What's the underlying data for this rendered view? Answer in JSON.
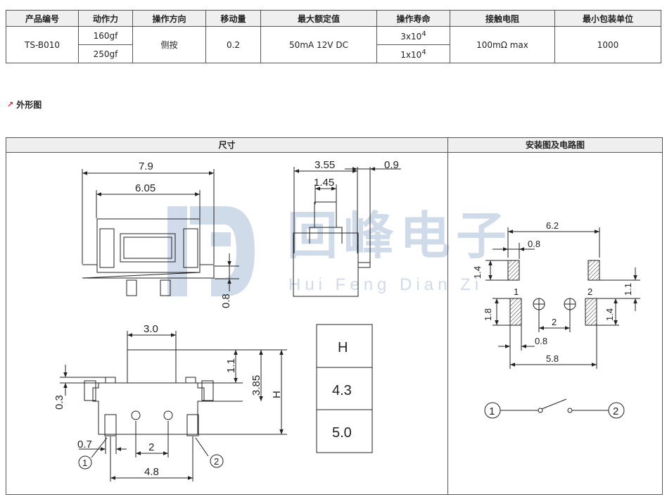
{
  "spec_table": {
    "headers": [
      "产品编号",
      "动作力",
      "操作方向",
      "移动量",
      "最大额定值",
      "操作寿命",
      "接触电阻",
      "最小包装单位"
    ],
    "model": "TS-B010",
    "forces": [
      "160gf",
      "250gf"
    ],
    "direction": "侧按",
    "travel": "0.2",
    "rating": "50mA 12V DC",
    "life": [
      {
        "base": "3x10",
        "exp": "4"
      },
      {
        "base": "1x10",
        "exp": "4"
      }
    ],
    "resistance": "100mΩ max",
    "min_pack": "1000"
  },
  "section": {
    "title": "外形图"
  },
  "panel": {
    "left_title": "尺寸",
    "right_title": "安装图及电路图"
  },
  "watermark": {
    "cn": "回峰电子",
    "pinyin": "Hui Feng Dian Zi"
  },
  "dims": {
    "top": {
      "w_total": "7.9",
      "w_inner": "6.05",
      "h_leg": "0.8"
    },
    "side": {
      "w_total": "3.55",
      "w_act": "1.45",
      "w_pin": "0.9"
    },
    "front": {
      "act_w": "3.0",
      "act_h": "1.1",
      "h_total": "3.85",
      "h_label": "H",
      "base": "0.3",
      "pin": "0.7",
      "pitch": "2",
      "span": "4.8",
      "pin1": "1",
      "pin2": "2"
    },
    "h_table": [
      "H",
      "4.3",
      "5.0"
    ],
    "mount": {
      "span_top": "6.2",
      "pad_w": "0.8",
      "pad_h": "1.4",
      "pad_gap": "1.1",
      "pin1_label": "1",
      "pin2_label": "2",
      "hole_h": "1.8",
      "hole_h2": "1.4",
      "pitch": "2",
      "pad_w2": "0.8",
      "span_bottom": "5.8"
    },
    "circuit": {
      "n1": "1",
      "n2": "2"
    }
  }
}
